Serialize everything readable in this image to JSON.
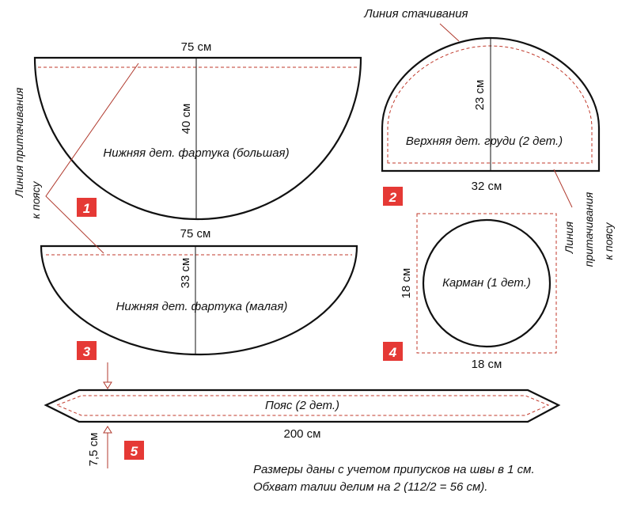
{
  "pieces": {
    "big_apron": {
      "label": "Нижняя дет. фартука (большая)",
      "width_label": "75 см",
      "height_label": "40 см",
      "number": "1"
    },
    "small_apron": {
      "label": "Нижняя дет. фартука (малая)",
      "width_label": "75 см",
      "height_label": "33 см",
      "number": "3"
    },
    "bib": {
      "label": "Верхняя дет. груди (2 дет.)",
      "width_label": "32 см",
      "height_label": "23 см",
      "number": "2"
    },
    "pocket": {
      "label": "Карман (1 дет.)",
      "width_label": "18 см",
      "height_label": "18 см",
      "number": "4"
    },
    "belt": {
      "label": "Пояс (2 дет.)",
      "length_label": "200 см",
      "width_label": "7,5 см",
      "number": "5"
    }
  },
  "annotations": {
    "seam_line": "Линия стачивания",
    "attach_left_line1": "Линия притачивания",
    "attach_left_line2": "к поясу",
    "attach_right_line1": "Линия",
    "attach_right_line2": "притачивания",
    "attach_right_line3": "к поясу"
  },
  "notes": {
    "line1": "Размеры даны с учетом припусков на швы в 1 см.",
    "line2": "Обхват талии делим на 2 (112/2 = 56 см)."
  },
  "colors": {
    "outline": "#111111",
    "seam": "#c0392b",
    "badge": "#e53935"
  }
}
